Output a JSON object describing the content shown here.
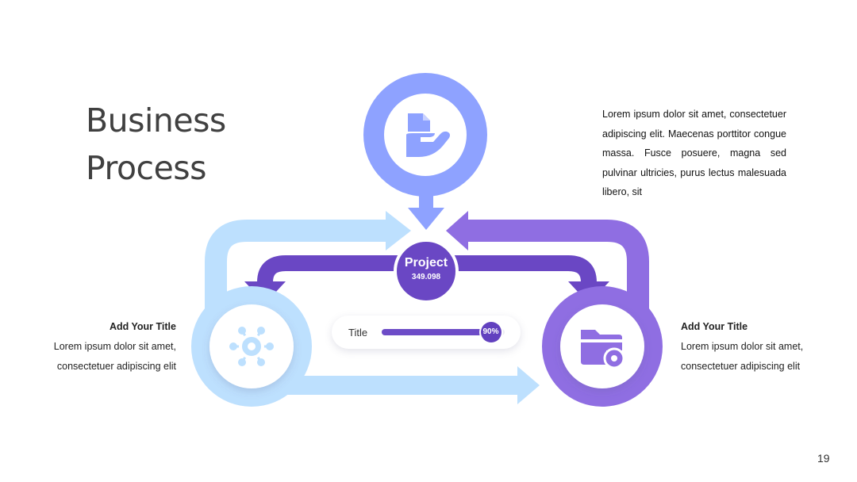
{
  "title_line1": "Business",
  "title_line2": "Process",
  "paragraph": "Lorem ipsum dolor sit amet, consectetuer adipiscing elit. Maecenas porttitor congue massa. Fusce posuere, magna sed pulvinar ultricies, purus lectus malesuada libero, sit",
  "center": {
    "title": "Project",
    "value": "349.098"
  },
  "left_block": {
    "heading": "Add Your Title",
    "line1": "Lorem ipsum dolor sit amet,",
    "line2": "consectetuer adipiscing elit"
  },
  "right_block": {
    "heading": "Add Your Title",
    "line1": "Lorem ipsum dolor sit amet,",
    "line2": "consectetuer adipiscing elit"
  },
  "progress": {
    "label": "Title",
    "percent": 90,
    "percent_label": "90%"
  },
  "page_number": "19",
  "colors": {
    "blue_node": "#8ea2ff",
    "light_blue": "#bde0fe",
    "purple": "#6a47c4",
    "violet": "#8f6ee2"
  },
  "icons": {
    "top": "document-hand-icon",
    "left": "network-gear-icon",
    "right": "folder-gear-icon"
  }
}
